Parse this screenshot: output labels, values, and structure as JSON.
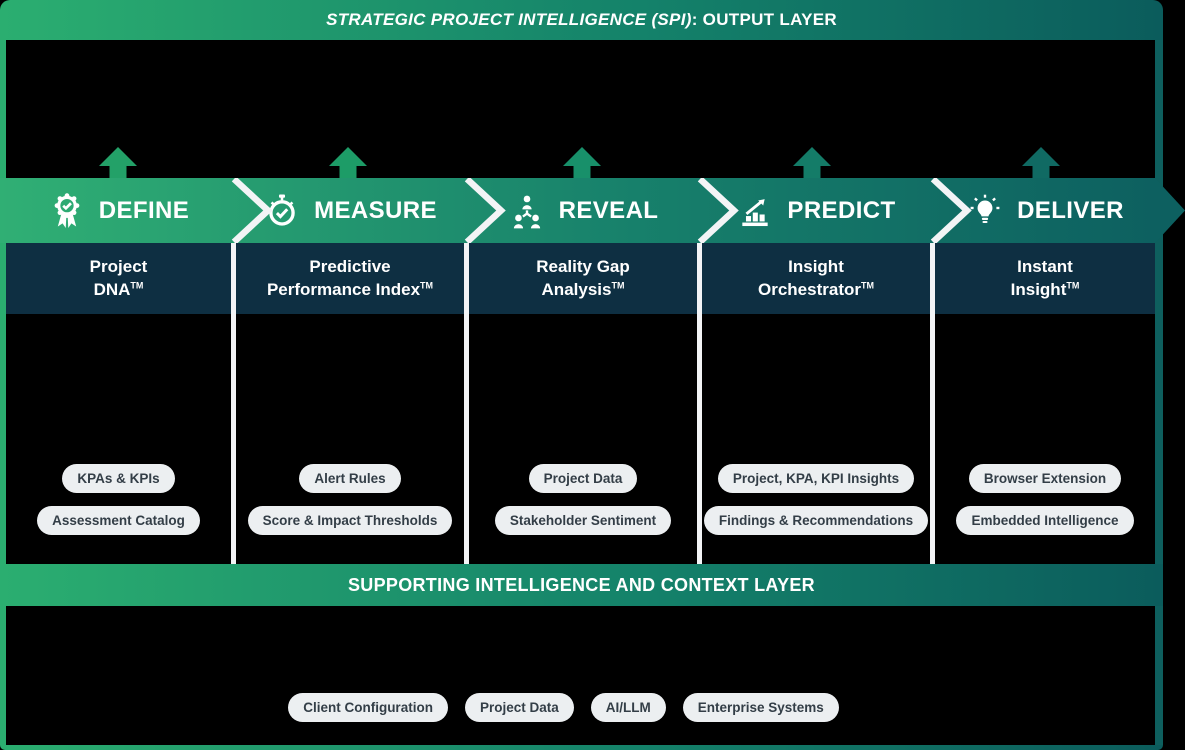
{
  "header": {
    "title_italic": "STRATEGIC PROJECT INTELLIGENCE (SPI)",
    "title_rest": ": OUTPUT LAYER"
  },
  "tm": "TM",
  "columns": [
    {
      "phase": "DEFINE",
      "icon": "award-badge-icon",
      "product_line1": "Project",
      "product_line2": "DNA",
      "pills": [
        "KPAs & KPIs",
        "Assessment Catalog"
      ]
    },
    {
      "phase": "MEASURE",
      "icon": "stopwatch-icon",
      "product_line1": "Predictive",
      "product_line2": "Performance Index",
      "pills": [
        "Alert Rules",
        "Score & Impact Thresholds"
      ]
    },
    {
      "phase": "REVEAL",
      "icon": "org-hierarchy-icon",
      "product_line1": "Reality Gap",
      "product_line2": "Analysis",
      "pills": [
        "Project Data",
        "Stakeholder Sentiment"
      ]
    },
    {
      "phase": "PREDICT",
      "icon": "bar-chart-rising-icon",
      "product_line1": "Insight",
      "product_line2": "Orchestrator",
      "pills": [
        "Project, KPA, KPI Insights",
        "Findings & Recommendations"
      ]
    },
    {
      "phase": "DELIVER",
      "icon": "lightbulb-icon",
      "product_line1": "Instant",
      "product_line2": "Insight",
      "pills": [
        "Browser Extension",
        "Embedded Intelligence"
      ]
    }
  ],
  "supporting": {
    "title": "SUPPORTING INTELLIGENCE AND CONTEXT LAYER",
    "pills": [
      "Client Configuration",
      "Project Data",
      "AI/LLM",
      "Enterprise Systems"
    ]
  },
  "colors": {
    "gradient_start": "#2BAE70",
    "gradient_end": "#0B5C5C",
    "navy_band": "#0E2F42",
    "pill_bg": "#ECEFF1",
    "pill_text": "#333E47",
    "white": "#FFFFFF",
    "arrow_colors": [
      "#23A168",
      "#1D9C67",
      "#18906A",
      "#147C68",
      "#106A63"
    ]
  }
}
